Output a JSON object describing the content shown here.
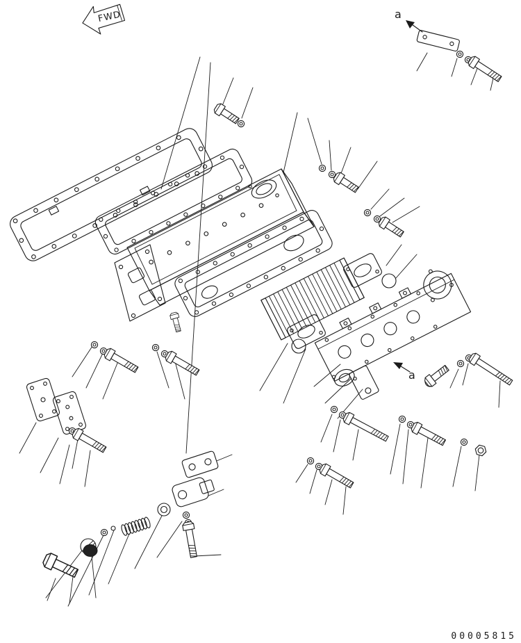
{
  "meta": {
    "background": "#ffffff",
    "line_color": "#1a1a1a"
  },
  "labels": {
    "fwd": "FWD",
    "view_a_top": "a",
    "view_a_side": "a",
    "part_number": "00005815"
  }
}
